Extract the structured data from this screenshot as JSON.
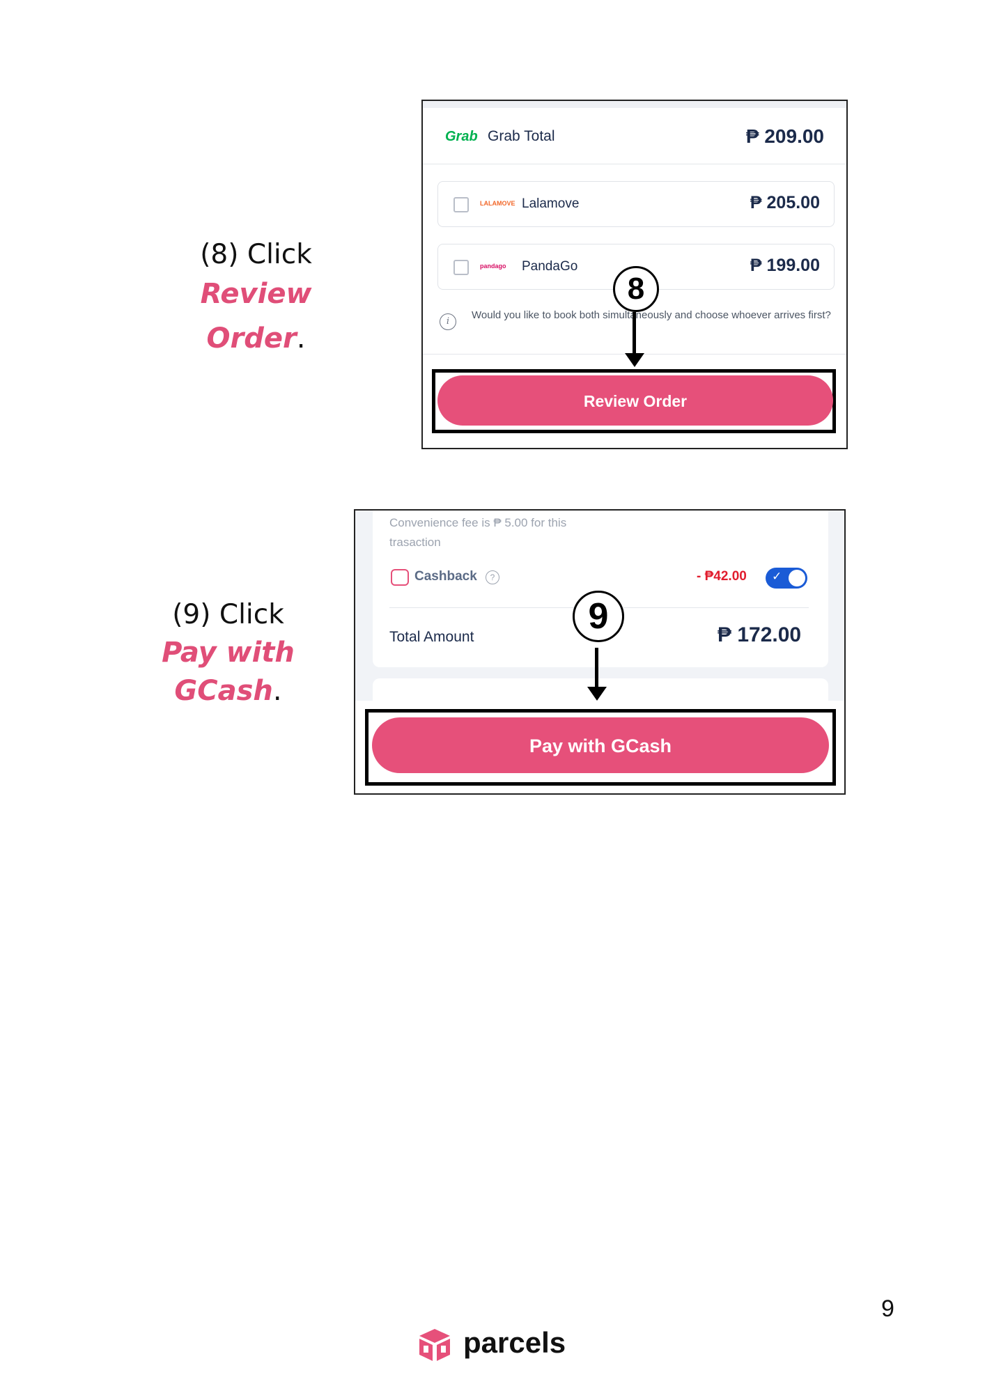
{
  "steps": [
    {
      "instruction_prefix": "(8) Click",
      "instruction_action": "Review Order",
      "instruction_suffix": ".",
      "badge": "8",
      "screen": {
        "grab_logo": "Grab",
        "grab_label": "Grab Total",
        "grab_price": "₱ 209.00",
        "options": [
          {
            "logo": "LALAMOVE",
            "name": "Lalamove",
            "price": "₱ 205.00",
            "checked": false
          },
          {
            "logo": "pandago",
            "name": "PandaGo",
            "price": "₱ 199.00",
            "checked": false
          }
        ],
        "info_text": "Would you like to book both simultaneously and choose whoever arrives first?",
        "button_label": "Review Order"
      }
    },
    {
      "instruction_prefix": "(9) Click",
      "instruction_action_line1": "Pay with",
      "instruction_action_line2": "GCash",
      "instruction_suffix": ".",
      "badge": "9",
      "screen": {
        "fee_text": "Convenience fee is ₱ 5.00 for this trasaction",
        "cashback_label": "Cashback",
        "cashback_amount": "- ₱42.00",
        "cashback_enabled": true,
        "total_label": "Total Amount",
        "total_amount": "₱ 172.00",
        "button_label": "Pay with GCash"
      }
    }
  ],
  "footer": {
    "page_number": "9",
    "brand": "parcels"
  },
  "colors": {
    "accent": "#e6507a",
    "navy": "#1b2a4a",
    "grab_green": "#00b14f",
    "cashback_red": "#e11d2e",
    "toggle_blue": "#1a5bd6"
  }
}
